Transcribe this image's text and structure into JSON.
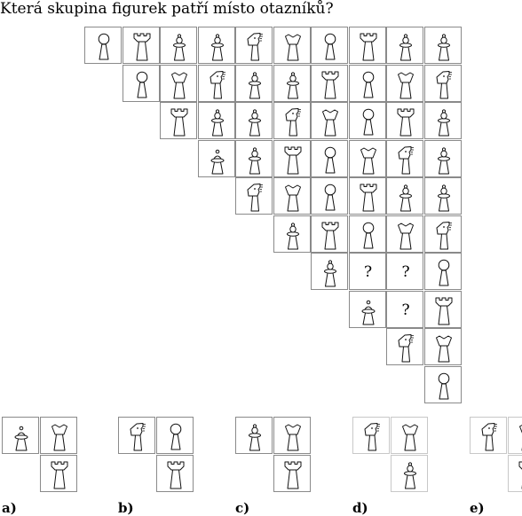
{
  "question": "Která skupina figurek patří místo otazníků?",
  "unknown_symbol": "?",
  "pieces": {
    "P": "pawn",
    "B": "bishop",
    "Q": "queen",
    "R": "rook",
    "N": "knight",
    "K": "king"
  },
  "grid": {
    "rows": [
      {
        "cells": [
          "P",
          "R",
          "B",
          "B",
          "N",
          "Q",
          "P",
          "R",
          "B",
          "B"
        ]
      },
      {
        "cells": [
          "P",
          "Q",
          "N",
          "B",
          "B",
          "R",
          "P",
          "Q",
          "N"
        ]
      },
      {
        "cells": [
          "R",
          "B",
          "B",
          "N",
          "Q",
          "P",
          "R",
          "B"
        ]
      },
      {
        "cells": [
          "K",
          "B",
          "R",
          "P",
          "Q",
          "N",
          "B"
        ]
      },
      {
        "cells": [
          "N",
          "Q",
          "P",
          "R",
          "B",
          "B"
        ]
      },
      {
        "cells": [
          "B",
          "R",
          "P",
          "Q",
          "N"
        ]
      },
      {
        "cells": [
          "B",
          "?",
          "?",
          "P"
        ]
      },
      {
        "cells": [
          "K",
          "?",
          "R"
        ]
      },
      {
        "cells": [
          "N",
          "Q"
        ]
      },
      {
        "cells": [
          "P"
        ]
      }
    ]
  },
  "options": [
    {
      "label": "a)",
      "top_left": "K",
      "top_right": "Q",
      "bottom_right": "R"
    },
    {
      "label": "b)",
      "top_left": "N",
      "top_right": "P",
      "bottom_right": "R"
    },
    {
      "label": "c)",
      "top_left": "B",
      "top_right": "Q",
      "bottom_right": "R"
    },
    {
      "label": "d)",
      "top_left": "N",
      "top_right": "Q",
      "bottom_right": "B"
    },
    {
      "label": "e)",
      "top_left": "N",
      "top_right": "Q",
      "bottom_right": "R"
    }
  ]
}
